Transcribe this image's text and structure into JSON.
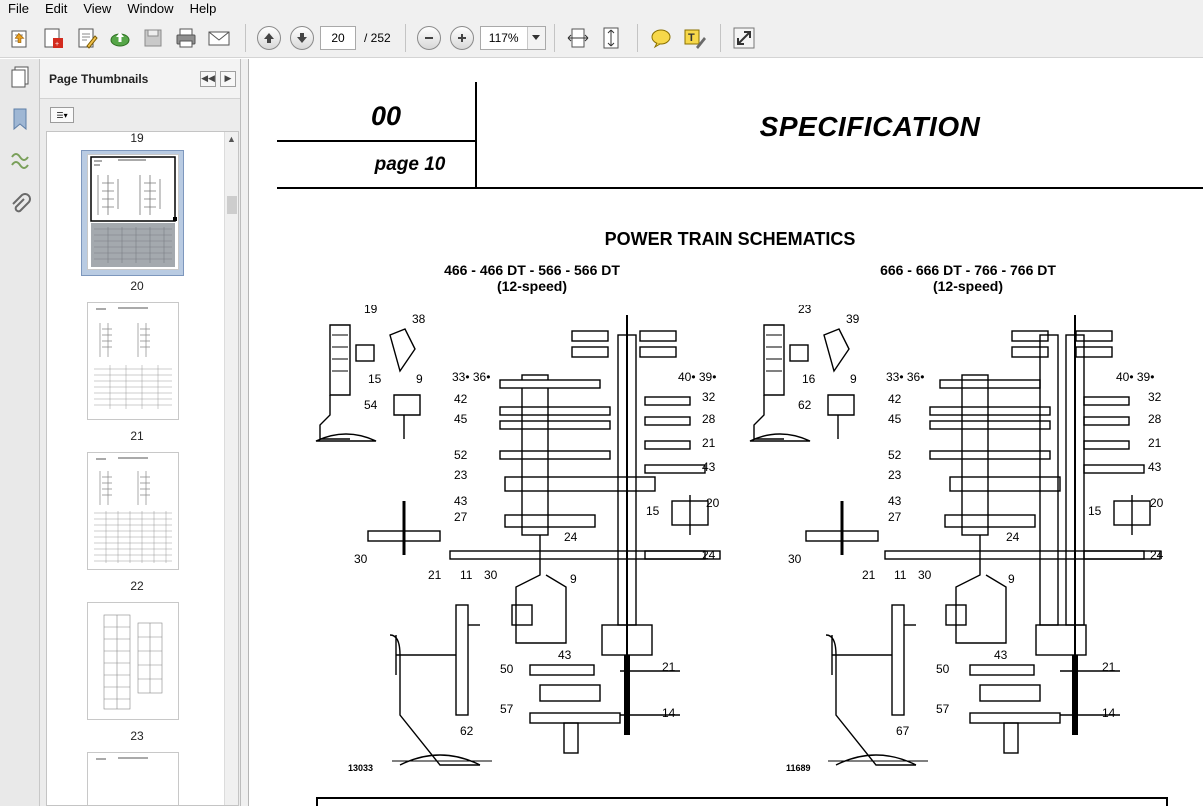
{
  "menu": [
    "File",
    "Edit",
    "View",
    "Window",
    "Help"
  ],
  "toolbar": {
    "current_page": "20",
    "total_pages": "/ 252",
    "zoom": "117%",
    "icons": [
      "open-icon",
      "create-pdf-icon",
      "edit-icon",
      "upload-icon",
      "save-icon",
      "print-icon",
      "email-icon",
      "prev-page-icon",
      "next-page-icon",
      "zoom-out-icon",
      "zoom-in-icon",
      "fit-width-icon",
      "fit-page-icon",
      "comment-icon",
      "highlight-icon",
      "expand-icon"
    ]
  },
  "sidebar": {
    "title": "Page Thumbnails",
    "thumbnails": [
      {
        "label": "19"
      },
      {
        "label": "20",
        "selected": true
      },
      {
        "label": "21"
      },
      {
        "label": "22"
      },
      {
        "label": "23"
      }
    ]
  },
  "document": {
    "chapter": "00",
    "page": "page 10",
    "section_title": "SPECIFICATION",
    "main_title": "POWER TRAIN SCHEMATICS",
    "left": {
      "models": "466 - 466 DT - 566 - 566 DT",
      "speed": "(12-speed)",
      "figure": "13033",
      "callouts": [
        "19",
        "38",
        "15",
        "9",
        "54",
        "33• 36•",
        "42",
        "45",
        "52",
        "23",
        "43",
        "27",
        "30",
        "21",
        "11",
        "30",
        "9",
        "24",
        "43",
        "50",
        "57",
        "62",
        "40• 39•",
        "32",
        "28",
        "21",
        "43",
        "15",
        "20",
        "24",
        "21",
        "14"
      ]
    },
    "right": {
      "models": "666 - 666 DT - 766 - 766 DT",
      "speed": "(12-speed)",
      "figure": "11689",
      "callouts": [
        "23",
        "39",
        "16",
        "9",
        "62",
        "33• 36•",
        "42",
        "45",
        "52",
        "23",
        "43",
        "27",
        "30",
        "21",
        "11",
        "30",
        "24",
        "9",
        "43",
        "50",
        "57",
        "67",
        "40• 39•",
        "32",
        "28",
        "21",
        "43",
        "15",
        "20",
        "24",
        "21",
        "14"
      ]
    }
  }
}
